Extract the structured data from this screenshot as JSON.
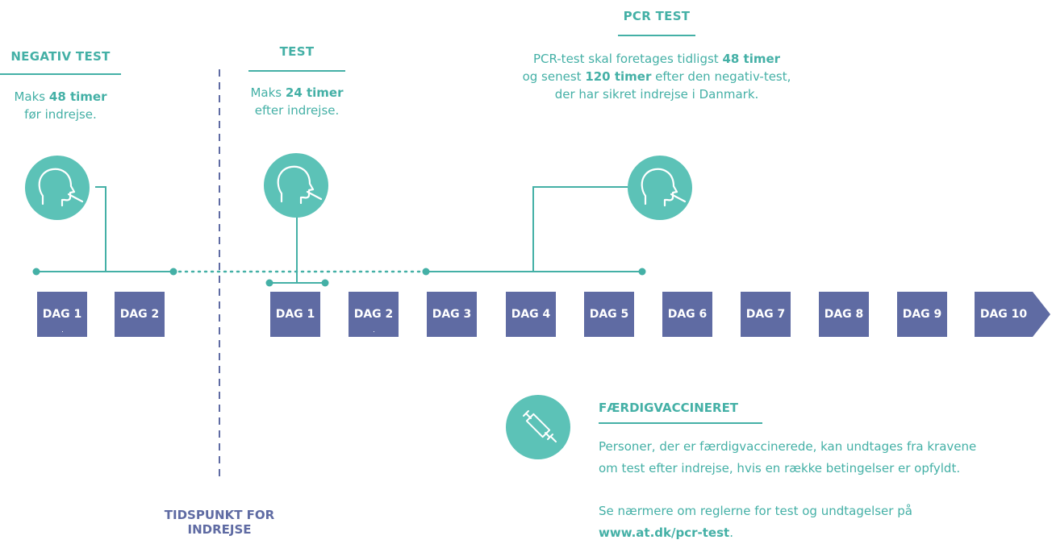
{
  "negative_test": {
    "title": "NEGATIV TEST",
    "line1_pre": "Maks ",
    "line1_bold": "48 timer",
    "line2": "før indrejse."
  },
  "test": {
    "title": "TEST",
    "line1_pre": "Maks ",
    "line1_bold": "24 timer",
    "line2": "efter indrejse."
  },
  "pcr_test": {
    "title": "PCR TEST",
    "line1_pre": "PCR-test skal foretages tidligst ",
    "line1_bold": "48 timer",
    "line2_pre": "og senest ",
    "line2_bold": "120 timer",
    "line2_post": " efter den negativ-test,",
    "line3": "der har sikret indrejse i Danmark."
  },
  "before_days": [
    "DAG 1",
    "DAG 2"
  ],
  "after_days": [
    "DAG 1",
    "DAG 2",
    "DAG 3",
    "DAG 4",
    "DAG 5",
    "DAG 6",
    "DAG 7",
    "DAG 8",
    "DAG 9",
    "DAG 10"
  ],
  "arrival": {
    "line1": "TIDSPUNKT FOR",
    "line2": "INDREJSE"
  },
  "vaccinated": {
    "title": "FÆRDIGVACCINERET",
    "text_line1": "Personer, der er færdigvaccinerede, kan undtages fra kravene",
    "text_line2": "om test efter indrejse, hvis en række betingelser er opfyldt.",
    "more_line1": "Se nærmere om reglerne for test og undtagelser på",
    "more_link": "www.at.dk/pcr-test",
    "more_end": "."
  },
  "icons": {
    "head_swab": "head-swab-icon",
    "syringe": "syringe-icon"
  },
  "colors": {
    "teal": "#44b0a6",
    "teal_circle": "#5cc2b7",
    "navy": "#5f6ba3"
  }
}
